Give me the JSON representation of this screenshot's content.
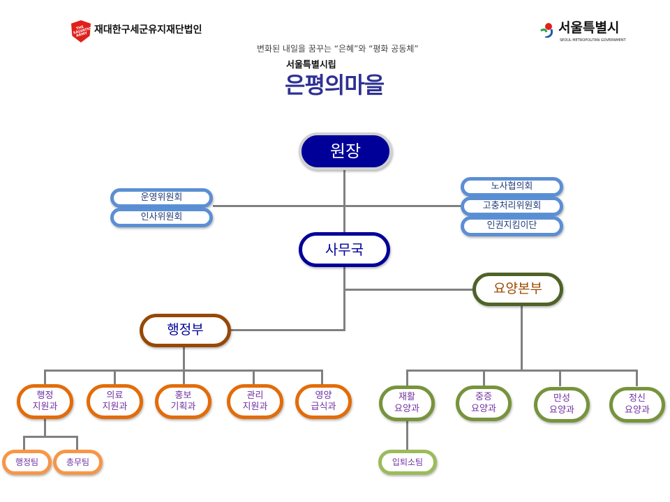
{
  "header": {
    "org_name": "재대한구세군유지재단법인",
    "salvation_logo_text": "THE SALVATION ARMY",
    "seoul_logo": "서울특별시",
    "seoul_logo_sub": "SEOUL METROPOLITAN GOVERNMENT",
    "slogan": "변화된 내일을 꿈꾸는 “은혜”와 “평화 공동체”",
    "subtitle": "서울특별시립",
    "title": "은평의마을"
  },
  "chart": {
    "director": "원장",
    "committees_left": [
      "운영위원회",
      "인사위원회"
    ],
    "committees_right": [
      "노사협의회",
      "고충처리위원회",
      "인권지킴이단"
    ],
    "secretariat": "사무국",
    "admin_dept": "행정부",
    "care_dept": "요양본부",
    "admin_sections": [
      "행정\n지원과",
      "의료\n지원과",
      "홍보\n기획과",
      "관리\n지원과",
      "영양\n급식과"
    ],
    "admin_teams": [
      "행정팀",
      "총무팀"
    ],
    "care_sections": [
      "재활\n요양과",
      "중증\n요양과",
      "만성\n요양과",
      "정신\n요양과"
    ],
    "care_teams": [
      "입퇴소팀"
    ]
  },
  "colors": {
    "navy": "#000099",
    "blue": "#5b8fd4",
    "orange": "#e36c09",
    "brown": "#974806",
    "olive": "#4f6228",
    "green": "#77933c"
  }
}
